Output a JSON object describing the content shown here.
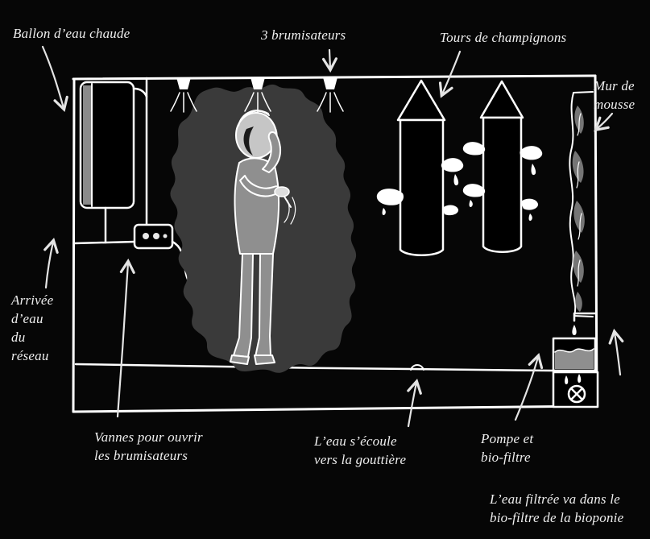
{
  "colors": {
    "bg": "#060606",
    "ink": "#ffffff",
    "steam": "#3a3a3a",
    "skin": "#c6c6c6",
    "bodygray": "#8f8f8f",
    "moss": "#8a8a8a",
    "water": "#8f8f8f",
    "arrow": "#e4e4e4"
  },
  "labels": {
    "ballon": "Ballon d’eau chaude",
    "brumisateurs": "3 brumisateurs",
    "tours": "Tours de champignons",
    "mur": "Mur de\nmousse",
    "arrivee": "Arrivée\nd’eau\ndu\nréseau",
    "vannes": "Vannes pour ouvrir\nles brumisateurs",
    "ecoule": "L’eau s’écoule\nvers la gouttière",
    "pompe": "Pompe et\nbio-filtre",
    "filtree": "L’eau filtrée va dans le\nbio-filtre de la bioponie"
  }
}
